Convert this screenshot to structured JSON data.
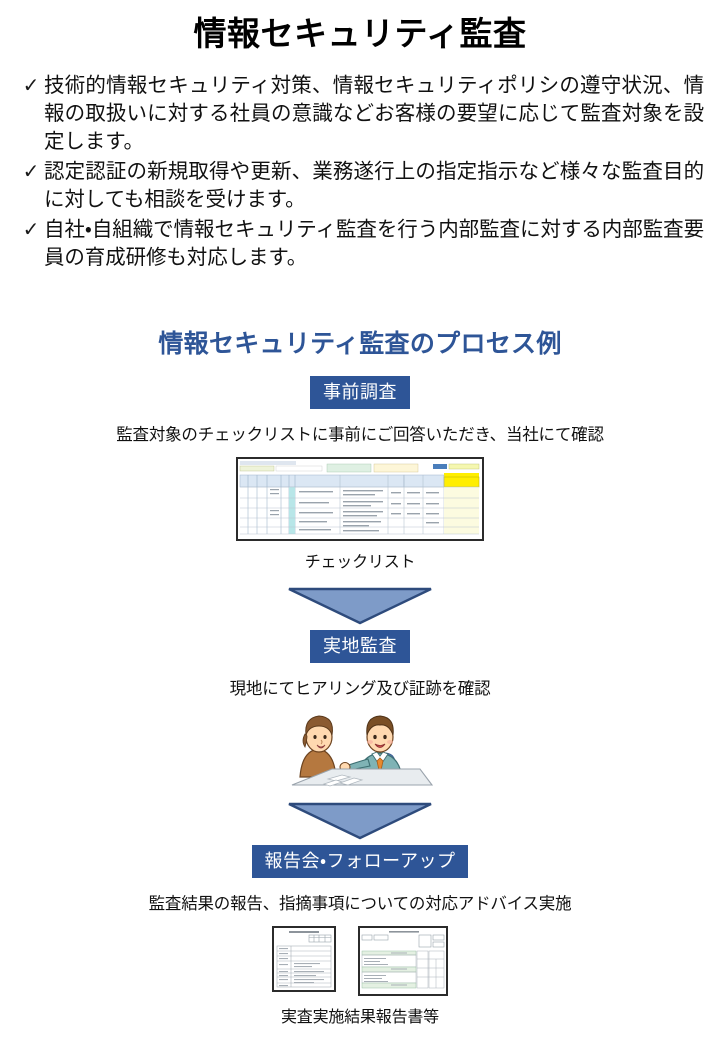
{
  "title": "情報セキュリティ監査",
  "bullets": [
    {
      "marker": "✓",
      "text": "技術的情報セキュリティ対策、情報セキュリティポリシの遵守状況、情報の取扱いに対する社員の意識などお客様の要望に応じて監査対象を設定します。"
    },
    {
      "marker": "✓",
      "text": "認定認証の新規取得や更新、業務遂行上の指定指示など様々な監査目的に対しても相談を受けます。"
    },
    {
      "marker": "✓",
      "text": "自社・自組織で情報セキュリティ監査を行う内部監査に対する内部監査要員の育成研修も対応します。"
    }
  ],
  "process": {
    "heading": "情報セキュリティ監査のプロセス例",
    "steps": [
      {
        "badge": "事前調査",
        "description": "監査対象のチェックリストに事前にご回答いただき、当社にて確認",
        "caption": "チェックリスト",
        "image": "checklist-spreadsheet-thumbnail"
      },
      {
        "badge": "実地監査",
        "description": "現地にてヒアリング及び証跡を確認",
        "caption": "",
        "image": "interview-illustration"
      },
      {
        "badge": "報告会・フォローアップ",
        "description": "監査結果の報告、指摘事項についての対応アドバイス実施",
        "caption": "実査実施結果報告書等",
        "image": "report-documents-thumbnail"
      }
    ],
    "arrow_label": "下向き矢印"
  },
  "colors": {
    "accent_blue": "#2e5597",
    "arrow_fill": "#7e9bc8",
    "arrow_border": "#2e4b7c",
    "badge_text": "#ffffff",
    "body_text": "#111111"
  }
}
